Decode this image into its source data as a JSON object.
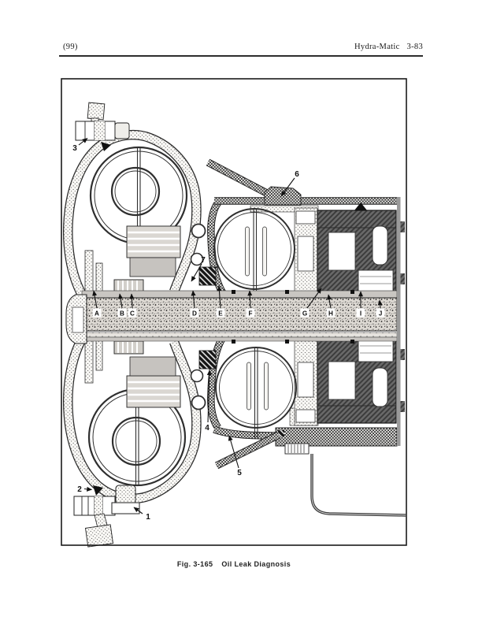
{
  "page": {
    "number": "(99)",
    "manual_name": "Hydra-Matic",
    "section_code": "3-83"
  },
  "figure": {
    "label": "Fig. 3-165",
    "title": "Oil Leak Diagnosis"
  },
  "diagram": {
    "numbered_callouts": [
      {
        "label": "1"
      },
      {
        "label": "2"
      },
      {
        "label": "3"
      },
      {
        "label": "4"
      },
      {
        "label": "5"
      },
      {
        "label": "6"
      },
      {
        "label": "7"
      }
    ],
    "lettered_callouts": [
      {
        "label": "A"
      },
      {
        "label": "B"
      },
      {
        "label": "C"
      },
      {
        "label": "D"
      },
      {
        "label": "E"
      },
      {
        "label": "F"
      },
      {
        "label": "G"
      },
      {
        "label": "H"
      },
      {
        "label": "I"
      },
      {
        "label": "J"
      }
    ],
    "colors": {
      "ink": "#1a1a1a",
      "paper": "#ffffff",
      "dark_metal": "#696969",
      "band_gray": "#c9c6c2"
    }
  }
}
